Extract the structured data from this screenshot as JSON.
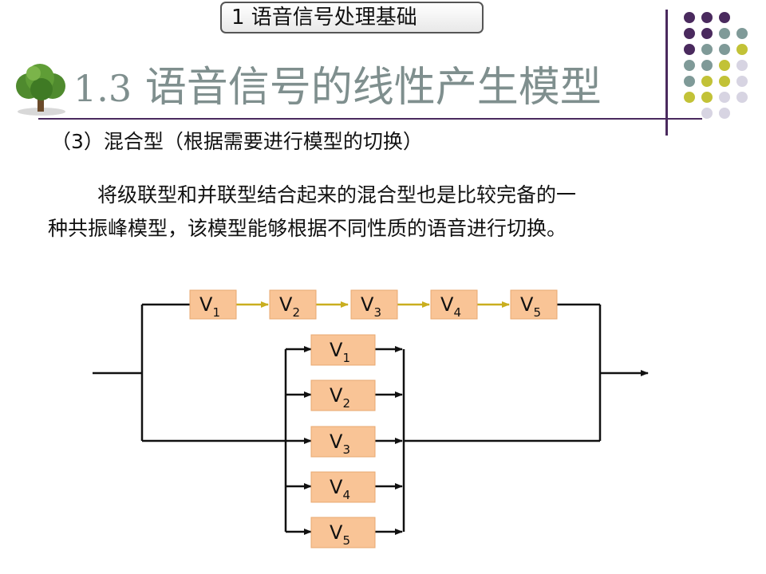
{
  "header": {
    "section_tab": "1 语音信号处理基础",
    "title_number": "1.3",
    "title_text": "语音信号的线性产生模型"
  },
  "content": {
    "subheading": "（3）混合型（根据需要进行模型的切换）",
    "paragraph_line1": "将级联型和并联型结合起来的混合型也是比较完备的一",
    "paragraph_line2": "种共振峰模型，该模型能够根据不同性质的语音进行切换。"
  },
  "diagram": {
    "cascade_blocks": [
      {
        "letter": "V",
        "subscript": "1"
      },
      {
        "letter": "V",
        "subscript": "2"
      },
      {
        "letter": "V",
        "subscript": "3"
      },
      {
        "letter": "V",
        "subscript": "4"
      },
      {
        "letter": "V",
        "subscript": "5"
      }
    ],
    "parallel_blocks": [
      {
        "letter": "V",
        "subscript": "1"
      },
      {
        "letter": "V",
        "subscript": "2"
      },
      {
        "letter": "V",
        "subscript": "3"
      },
      {
        "letter": "V",
        "subscript": "4"
      },
      {
        "letter": "V",
        "subscript": "5"
      }
    ]
  },
  "colors": {
    "block_fill": "#f9c496",
    "line": "#111111",
    "cascade_arrow": "#c9ae1f",
    "title": "#7f8f8e",
    "rule": "#4a2a5e"
  }
}
